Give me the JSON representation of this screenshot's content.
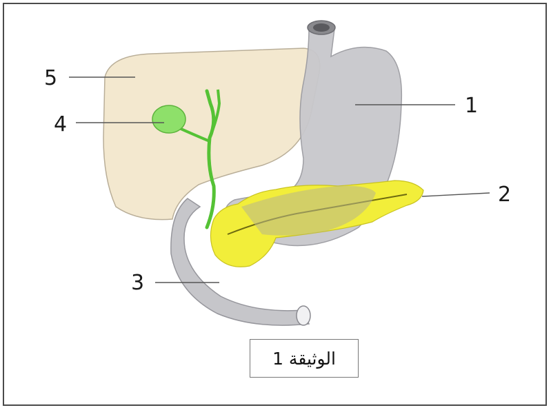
{
  "labels": {
    "stomach": "1",
    "pancreas": "2",
    "duodenum": "3",
    "gallbladder": "4",
    "liver": "5"
  },
  "caption": "الوثيقة 1",
  "colors": {
    "liver": "#f3e8cf",
    "stomach": "#c8c8cc",
    "pancreas": "#f2ee3a",
    "gallbladder": "#8ee06a",
    "bile_duct": "#55c235",
    "duodenum": "#c6c6ca",
    "frame": "#4a4a4a"
  }
}
